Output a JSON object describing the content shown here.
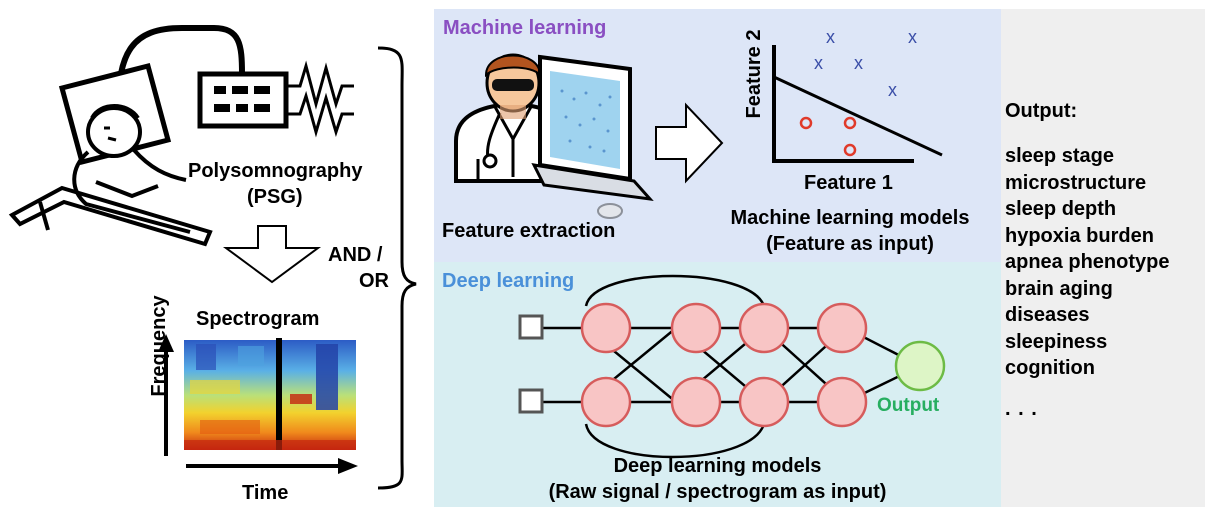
{
  "left": {
    "psg_label_line1": "Polysomnography",
    "psg_label_line2": "(PSG)",
    "spectrogram_title": "Spectrogram",
    "freq_axis_label": "Frequency",
    "time_axis_label": "Time"
  },
  "connector_label_line1": "AND /",
  "connector_label_line2": "OR",
  "ml": {
    "title": "Machine learning",
    "title_color": "#8a4fc2",
    "feature_extraction_label": "Feature extraction",
    "plot_x_label": "Feature 1",
    "plot_y_label": "Feature 2",
    "model_label_line1": "Machine learning models",
    "model_label_line2": "(Feature as input)"
  },
  "dl": {
    "title": "Deep learning",
    "title_color": "#4a90d9",
    "output_node_label": "Output",
    "output_color": "#27ae60",
    "model_label_line1": "Deep learning models",
    "model_label_line2": "(Raw signal / spectrogram as input)"
  },
  "output": {
    "title": "Output:",
    "items": [
      "sleep stage",
      "microstructure",
      "sleep depth",
      "hypoxia burden",
      "apnea phenotype",
      "brain aging",
      "diseases",
      "sleepiness",
      "cognition"
    ],
    "ellipsis": ". . ."
  }
}
